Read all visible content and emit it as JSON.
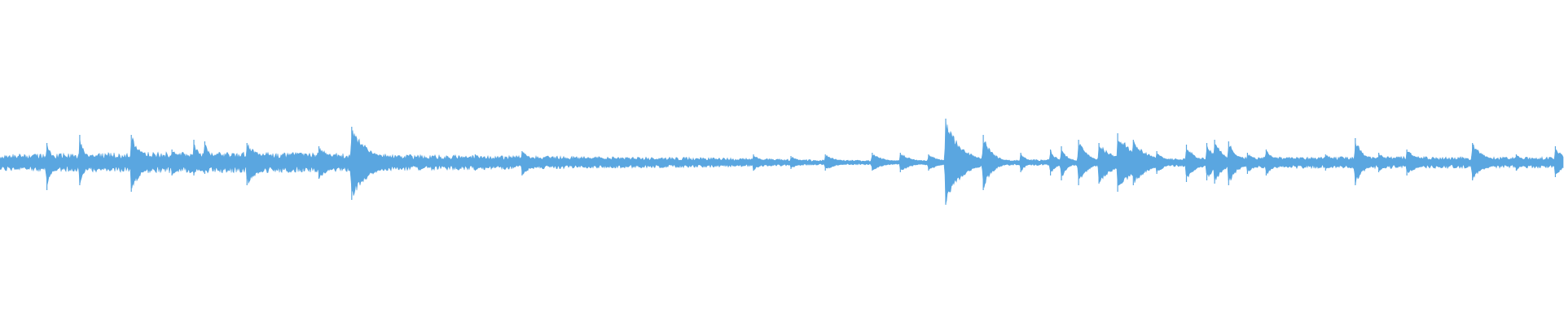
{
  "waveform": {
    "color": "#5aa6e0",
    "background": "#ffffff",
    "baseline_level": 0.04,
    "envelope": [
      {
        "t": 0.0,
        "a": 0.035
      },
      {
        "t": 0.05,
        "a": 0.04
      },
      {
        "t": 0.1,
        "a": 0.045
      },
      {
        "t": 0.15,
        "a": 0.045
      },
      {
        "t": 0.2,
        "a": 0.042
      },
      {
        "t": 0.25,
        "a": 0.035
      },
      {
        "t": 0.3,
        "a": 0.032
      },
      {
        "t": 0.35,
        "a": 0.028
      },
      {
        "t": 0.4,
        "a": 0.024
      },
      {
        "t": 0.45,
        "a": 0.022
      },
      {
        "t": 0.48,
        "a": 0.018
      },
      {
        "t": 0.52,
        "a": 0.012
      },
      {
        "t": 0.56,
        "a": 0.01
      },
      {
        "t": 0.6,
        "a": 0.01
      },
      {
        "t": 0.64,
        "a": 0.012
      },
      {
        "t": 0.68,
        "a": 0.014
      },
      {
        "t": 0.72,
        "a": 0.016
      },
      {
        "t": 0.76,
        "a": 0.02
      },
      {
        "t": 0.8,
        "a": 0.024
      },
      {
        "t": 0.85,
        "a": 0.026
      },
      {
        "t": 0.9,
        "a": 0.026
      },
      {
        "t": 0.95,
        "a": 0.024
      },
      {
        "t": 1.0,
        "a": 0.024
      }
    ],
    "transients": [
      {
        "t": 0.03,
        "up": 0.12,
        "down": 0.17,
        "decay": 0.004
      },
      {
        "t": 0.051,
        "up": 0.17,
        "down": 0.14,
        "decay": 0.004
      },
      {
        "t": 0.084,
        "up": 0.17,
        "down": 0.18,
        "decay": 0.008
      },
      {
        "t": 0.11,
        "up": 0.08,
        "down": 0.08,
        "decay": 0.008
      },
      {
        "t": 0.124,
        "up": 0.14,
        "down": 0.08,
        "decay": 0.004
      },
      {
        "t": 0.131,
        "up": 0.13,
        "down": 0.07,
        "decay": 0.004
      },
      {
        "t": 0.158,
        "up": 0.12,
        "down": 0.14,
        "decay": 0.01
      },
      {
        "t": 0.204,
        "up": 0.1,
        "down": 0.1,
        "decay": 0.01
      },
      {
        "t": 0.225,
        "up": 0.22,
        "down": 0.23,
        "decay": 0.012
      },
      {
        "t": 0.304,
        "up": 0.05,
        "down": 0.05,
        "decay": 0.008
      },
      {
        "t": 0.334,
        "up": 0.07,
        "down": 0.08,
        "decay": 0.008
      },
      {
        "t": 0.482,
        "up": 0.05,
        "down": 0.05,
        "decay": 0.006
      },
      {
        "t": 0.506,
        "up": 0.04,
        "down": 0.04,
        "decay": 0.006
      },
      {
        "t": 0.528,
        "up": 0.05,
        "down": 0.05,
        "decay": 0.008
      },
      {
        "t": 0.558,
        "up": 0.06,
        "down": 0.05,
        "decay": 0.008
      },
      {
        "t": 0.576,
        "up": 0.06,
        "down": 0.06,
        "decay": 0.008
      },
      {
        "t": 0.594,
        "up": 0.05,
        "down": 0.05,
        "decay": 0.008
      },
      {
        "t": 0.605,
        "up": 0.27,
        "down": 0.26,
        "decay": 0.01
      },
      {
        "t": 0.629,
        "up": 0.17,
        "down": 0.17,
        "decay": 0.006
      },
      {
        "t": 0.653,
        "up": 0.06,
        "down": 0.06,
        "decay": 0.004
      },
      {
        "t": 0.672,
        "up": 0.08,
        "down": 0.08,
        "decay": 0.004
      },
      {
        "t": 0.679,
        "up": 0.1,
        "down": 0.11,
        "decay": 0.004
      },
      {
        "t": 0.69,
        "up": 0.14,
        "down": 0.14,
        "decay": 0.006
      },
      {
        "t": 0.703,
        "up": 0.12,
        "down": 0.13,
        "decay": 0.01
      },
      {
        "t": 0.715,
        "up": 0.18,
        "down": 0.18,
        "decay": 0.012
      },
      {
        "t": 0.725,
        "up": 0.14,
        "down": 0.14,
        "decay": 0.01
      },
      {
        "t": 0.74,
        "up": 0.07,
        "down": 0.07,
        "decay": 0.006
      },
      {
        "t": 0.759,
        "up": 0.11,
        "down": 0.12,
        "decay": 0.006
      },
      {
        "t": 0.772,
        "up": 0.12,
        "down": 0.11,
        "decay": 0.006
      },
      {
        "t": 0.777,
        "up": 0.14,
        "down": 0.13,
        "decay": 0.006
      },
      {
        "t": 0.786,
        "up": 0.13,
        "down": 0.14,
        "decay": 0.006
      },
      {
        "t": 0.798,
        "up": 0.06,
        "down": 0.07,
        "decay": 0.006
      },
      {
        "t": 0.81,
        "up": 0.08,
        "down": 0.08,
        "decay": 0.006
      },
      {
        "t": 0.848,
        "up": 0.05,
        "down": 0.05,
        "decay": 0.006
      },
      {
        "t": 0.867,
        "up": 0.15,
        "down": 0.14,
        "decay": 0.006
      },
      {
        "t": 0.882,
        "up": 0.06,
        "down": 0.06,
        "decay": 0.006
      },
      {
        "t": 0.9,
        "up": 0.08,
        "down": 0.08,
        "decay": 0.008
      },
      {
        "t": 0.942,
        "up": 0.12,
        "down": 0.11,
        "decay": 0.008
      },
      {
        "t": 0.97,
        "up": 0.05,
        "down": 0.05,
        "decay": 0.006
      },
      {
        "t": 0.995,
        "up": 0.1,
        "down": 0.09,
        "decay": 0.006
      }
    ]
  }
}
